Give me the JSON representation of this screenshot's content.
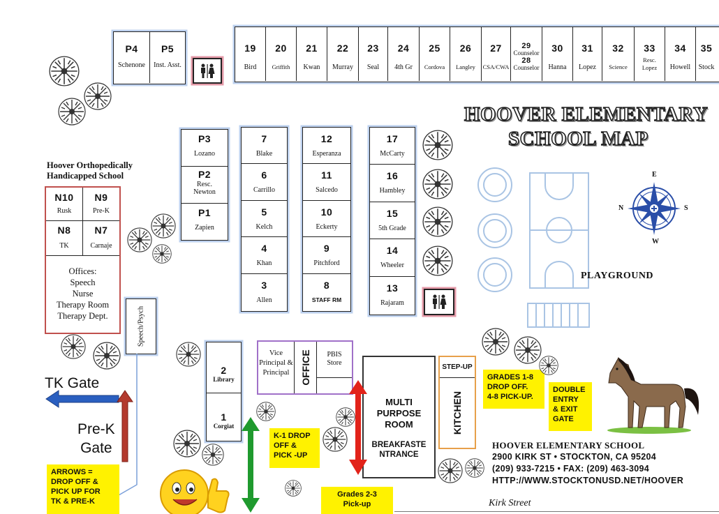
{
  "title": {
    "line1": "HOOVER ELEMENTARY",
    "line2": "SCHOOL MAP"
  },
  "top_row": [
    {
      "num": "19",
      "name": "Bird"
    },
    {
      "num": "20",
      "name": "Griffith"
    },
    {
      "num": "21",
      "name": "Kwan"
    },
    {
      "num": "22",
      "name": "Murray"
    },
    {
      "num": "23",
      "name": "Seal"
    },
    {
      "num": "24",
      "name": "4th Gr"
    },
    {
      "num": "25",
      "name": "Cordova"
    },
    {
      "num": "26",
      "name": "Langley"
    },
    {
      "num": "27",
      "name": "CSA/CWA"
    },
    {
      "num": "29",
      "name": "Counselor",
      "num2": "28",
      "name2": "Counselor"
    },
    {
      "num": "30",
      "name": "Hanna"
    },
    {
      "num": "31",
      "name": "Lopez"
    },
    {
      "num": "32",
      "name": "Science"
    },
    {
      "num": "33",
      "name": "Resc. Lopez"
    },
    {
      "num": "34",
      "name": "Howell"
    },
    {
      "num": "35",
      "name": "Stock"
    }
  ],
  "portables_top": [
    {
      "num": "P4",
      "name": "Schenone"
    },
    {
      "num": "P5",
      "name": "Inst. Asst."
    }
  ],
  "portables_col": [
    {
      "num": "P3",
      "name": "Lozano"
    },
    {
      "num": "P2",
      "name": "Resc. Newton"
    },
    {
      "num": "P1",
      "name": "Zapien"
    }
  ],
  "col_a": [
    {
      "num": "7",
      "name": "Blake"
    },
    {
      "num": "6",
      "name": "Carrillo"
    },
    {
      "num": "5",
      "name": "Kelch"
    },
    {
      "num": "4",
      "name": "Khan"
    },
    {
      "num": "3",
      "name": "Allen"
    }
  ],
  "col_b": [
    {
      "num": "12",
      "name": "Esperanza"
    },
    {
      "num": "11",
      "name": "Salcedo"
    },
    {
      "num": "10",
      "name": "Eckerty"
    },
    {
      "num": "9",
      "name": "Pitchford"
    },
    {
      "num": "8",
      "name": "STAFF RM"
    }
  ],
  "col_c": [
    {
      "num": "17",
      "name": "McCarty"
    },
    {
      "num": "16",
      "name": "Hambley"
    },
    {
      "num": "15",
      "name": "5th Grade"
    },
    {
      "num": "14",
      "name": "Wheeler"
    },
    {
      "num": "13",
      "name": "Rajaram"
    }
  ],
  "ortho": {
    "heading1": "Hoover Orthopedically",
    "heading2": "Handicapped School",
    "rooms": [
      {
        "num": "N10",
        "name": "Rusk"
      },
      {
        "num": "N9",
        "name": "Pre-K"
      },
      {
        "num": "N8",
        "name": "TK"
      },
      {
        "num": "N7",
        "name": "Carnaje"
      }
    ],
    "offices": [
      "Offices:",
      "Speech",
      "Nurse",
      "Therapy Room",
      "Therapy Dept."
    ]
  },
  "speech_psych": "Speech/Psych",
  "library": {
    "num": "2",
    "name": "Library"
  },
  "room1": {
    "num": "1",
    "name": "Corgiat"
  },
  "office_block": {
    "vp": "Vice Principal & Principal",
    "office": "OFFICE",
    "pbis": "PBIS Store"
  },
  "mpr": {
    "line1": "MULTI",
    "line2": "PURPOSE",
    "line3": "ROOM",
    "line4": "BREAKFASTE",
    "line5": "NTRANCE"
  },
  "stepup": "STEP-UP",
  "kitchen": "KITCHEN",
  "playground": "PLAYGROUND",
  "compass": {
    "n": "N",
    "e": "E",
    "s": "S",
    "w": "W"
  },
  "notes": {
    "grades18": [
      "GRADES 1-8",
      "DROP OFF.",
      "4-8 PICK-UP."
    ],
    "double": [
      "DOUBLE",
      "ENTRY",
      "& EXIT",
      "GATE"
    ],
    "k1": [
      "K-1 DROP",
      "OFF &",
      "PICK -UP"
    ],
    "grades23": [
      "Grades 2-3",
      "Pick-up"
    ],
    "arrows": [
      "ARROWS =",
      "DROP OFF &",
      "PICK UP FOR",
      "TK & PRE-K"
    ]
  },
  "gates": {
    "tk": "TK Gate",
    "prek1": "Pre-K",
    "prek2": "Gate"
  },
  "address": {
    "name": "HOOVER ELEMENTARY SCHOOL",
    "street": "2900 KIRK ST • STOCKTON, CA 95204",
    "phone": "(209) 933-7215 • FAX: (209) 463-3094",
    "url": "HTTP://WWW.STOCKTONUSD.NET/HOOVER"
  },
  "street_label": "Kirk Street",
  "colors": {
    "bldg_glow": "#bcd0ee",
    "ortho": "#c0504d",
    "office": "#a070c8",
    "kitchen": "#e7a04a",
    "yellow": "#fff200",
    "arrow_blue": "#2a5fc0",
    "arrow_red": "#b33a2e",
    "arrow_green": "#1f9a2e",
    "arrow_red_mpr": "#e2231a"
  },
  "icons": [
    "tree-icon",
    "restroom-icon",
    "compass-rose-icon",
    "horse-icon",
    "smiley-icon"
  ]
}
